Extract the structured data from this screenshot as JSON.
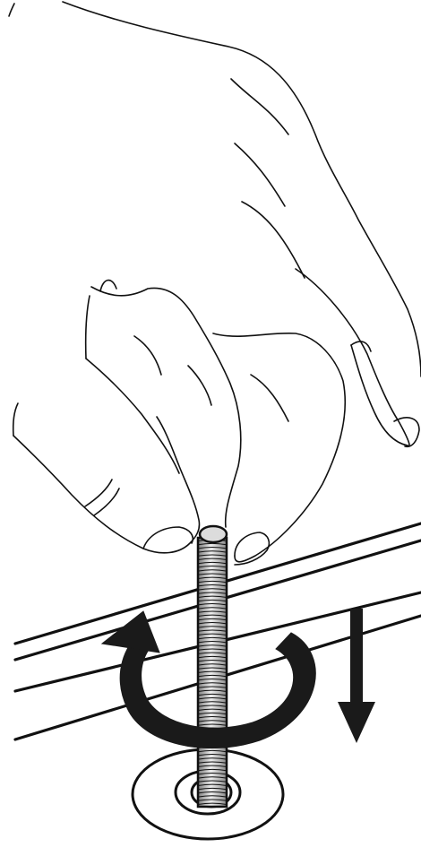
{
  "figure": {
    "elements": [
      "hand",
      "threaded-rod",
      "base-plate",
      "washer",
      "rotation-arrow",
      "down-arrow"
    ]
  },
  "colors": {
    "line": "#111111",
    "arrow_fill": "#1a1a1a",
    "thread_light": "#e6e6e6",
    "thread_dark": "#8c8c8c",
    "background": "#ffffff"
  }
}
